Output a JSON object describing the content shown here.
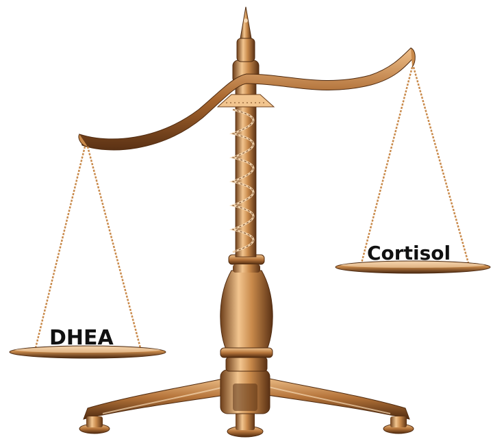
{
  "scene": {
    "subject": "balance-scale",
    "left_pan": {
      "label": "DHEA"
    },
    "right_pan": {
      "label": "Cortisol"
    },
    "colors": {
      "background": "#ffffff",
      "bronze_light": "#f2c58f",
      "bronze_mid": "#c98a4b",
      "bronze_dark": "#6e3f1a",
      "label_text": "#111111"
    }
  }
}
